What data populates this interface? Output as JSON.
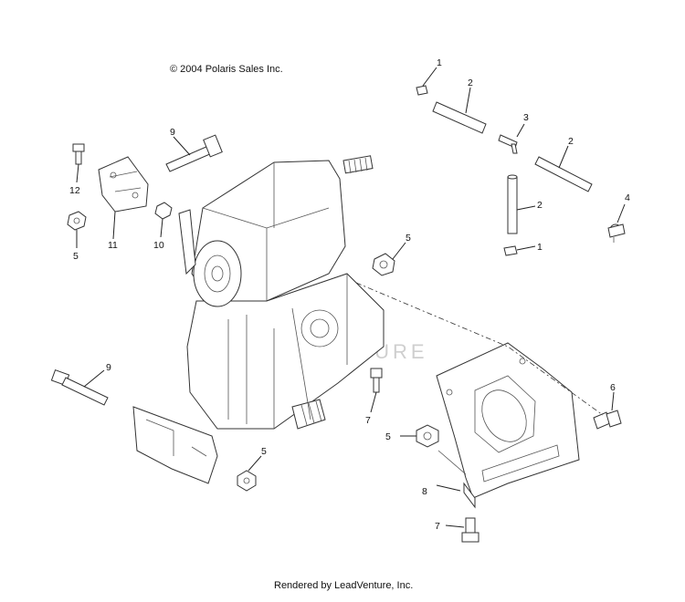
{
  "copyright": "© 2004 Polaris Sales Inc.",
  "footer": "Rendered by LeadVenture, Inc.",
  "watermark": "LEADVENTURE",
  "callouts": [
    "1",
    "2",
    "3",
    "2",
    "2",
    "1",
    "4",
    "9",
    "12",
    "11",
    "10",
    "5",
    "5",
    "9",
    "7",
    "5",
    "6",
    "5",
    "8",
    "7"
  ]
}
